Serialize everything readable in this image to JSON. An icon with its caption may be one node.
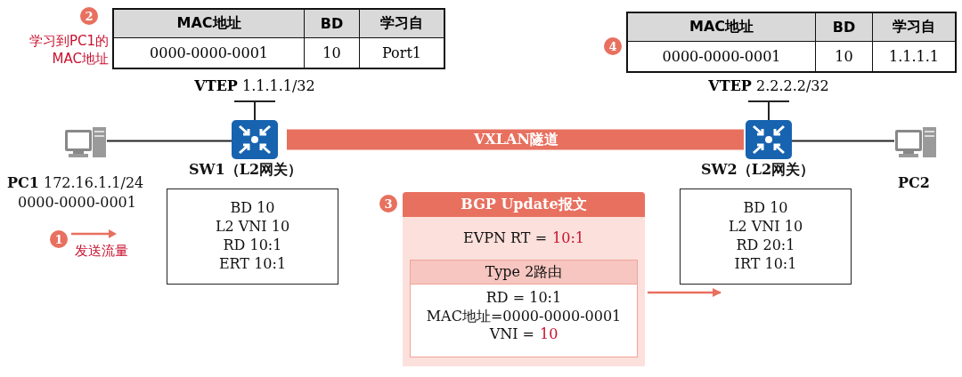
{
  "diagram": {
    "nodes": [
      {
        "text": [],
        "shape": "computer",
        "beside": [
          "**PC1** 172.16.1.1/24",
          "0000-0000-0001"
        ]
      },
      {
        "text": [],
        "shape": "switch",
        "beside": [
          "SW1（L2网关）"
        ]
      },
      {
        "text": [],
        "shape": "switch",
        "beside": [
          "SW2（L2网关）"
        ]
      },
      {
        "text": [],
        "shape": "computer",
        "beside": [
          "PC2"
        ]
      },
      {
        "text": [
          "BD 10",
          "L2 VNI 10",
          "RD 10:1",
          "ERT 10:1"
        ]
      },
      {
        "text": [
          "BD 10",
          "L2 VNI 10",
          "RD 20:1",
          "IRT 10:1"
        ]
      },
      {
        "text": [
          "BGP Update报文",
          "EVPN RT =",
          "10:1"
        ]
      },
      {
        "text": [
          "Type 2路由",
          "RD = 10:1",
          "MAC地址=0000-0000-0001",
          "VNI =",
          "10"
        ],
        "in": 6
      }
    ],
    "edges": [
      {
        "from": 0,
        "to": 1,
        "arrow": "none"
      },
      {
        "from": 1,
        "to": 2,
        "arrow": "none",
        "label": "VXLAN隧道",
        "style": "thick",
        "color": "#e8705f"
      },
      {
        "from": 2,
        "to": 3,
        "arrow": "none"
      },
      {
        "from": 6,
        "to": 5,
        "arrow": "to",
        "color": "#e8705f"
      }
    ],
    "labels": [
      "2",
      "学习到PC1的MAC地址",
      "MAC地址",
      "BD",
      "学习自",
      "0000-0000-0001",
      "10",
      "Port1",
      "4",
      "MAC地址",
      "BD",
      "学习自",
      "0000-0000-0001",
      "10",
      "1.1.1.1",
      "**VTEP** 1.1.1.1/32",
      "**VTEP** 2.2.2.2/32",
      "1",
      "发送流量",
      "3"
    ]
  }
}
